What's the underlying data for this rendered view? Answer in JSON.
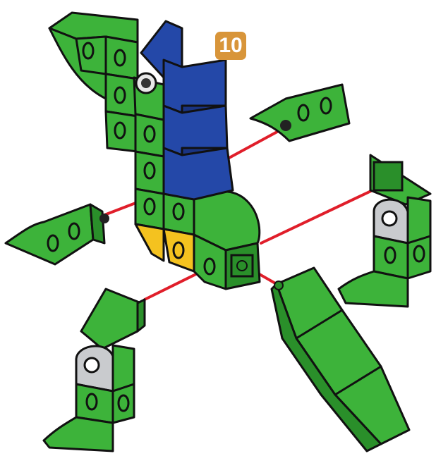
{
  "step": {
    "number": "10"
  },
  "colors": {
    "green": "#3db33a",
    "blue": "#2448a8",
    "yellow": "#f4c21f",
    "grey": "#c9cbce",
    "connector_line": "#e01e2a",
    "badge": "#d8953a"
  },
  "parts": [
    {
      "name": "body-assembly",
      "colors": [
        "green",
        "blue",
        "yellow"
      ]
    },
    {
      "name": "left-wing",
      "color": "green"
    },
    {
      "name": "right-wing",
      "color": "green"
    },
    {
      "name": "left-leg",
      "colors": [
        "green",
        "grey"
      ]
    },
    {
      "name": "right-leg",
      "colors": [
        "green",
        "grey"
      ]
    },
    {
      "name": "tail",
      "color": "green"
    }
  ]
}
